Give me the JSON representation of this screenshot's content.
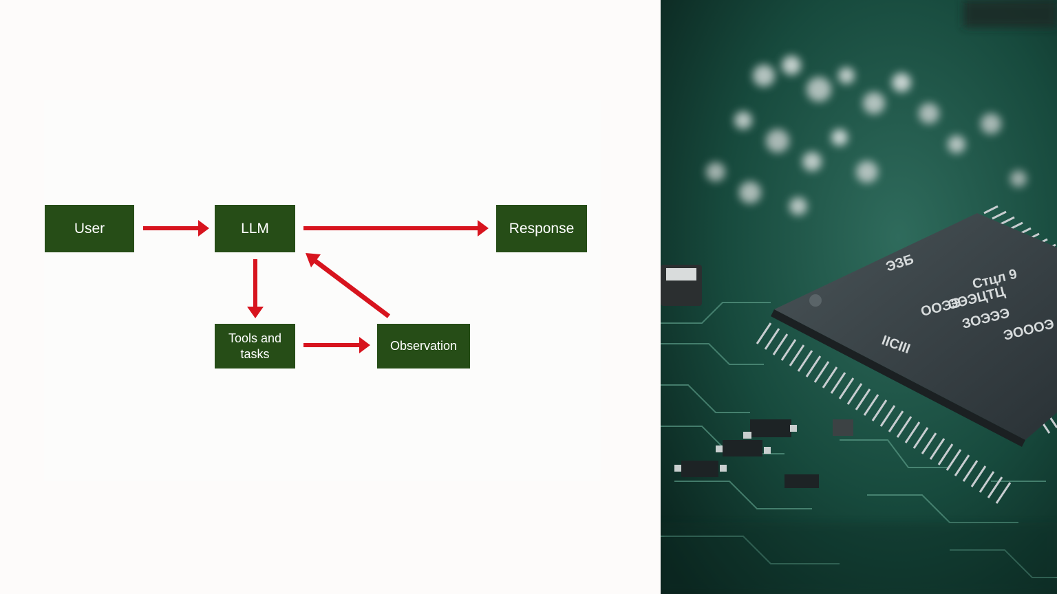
{
  "diagram": {
    "nodes": {
      "user": "User",
      "llm": "LLM",
      "response": "Response",
      "tools": "Tools and tasks",
      "observation": "Observation"
    }
  },
  "colors": {
    "node_fill": "#264d17",
    "arrow": "#d7141e",
    "background": "#fdfbfa"
  },
  "photo": {
    "subject": "circuit-board-with-microchip",
    "chip_markings": [
      "ЭЗБ",
      "Стцл 9",
      "ЭЭЭЦТЦ",
      "ООЭЭ",
      "ЗОЭЭЭ",
      "ІІСІІІ",
      "ЭОООЭ"
    ]
  }
}
